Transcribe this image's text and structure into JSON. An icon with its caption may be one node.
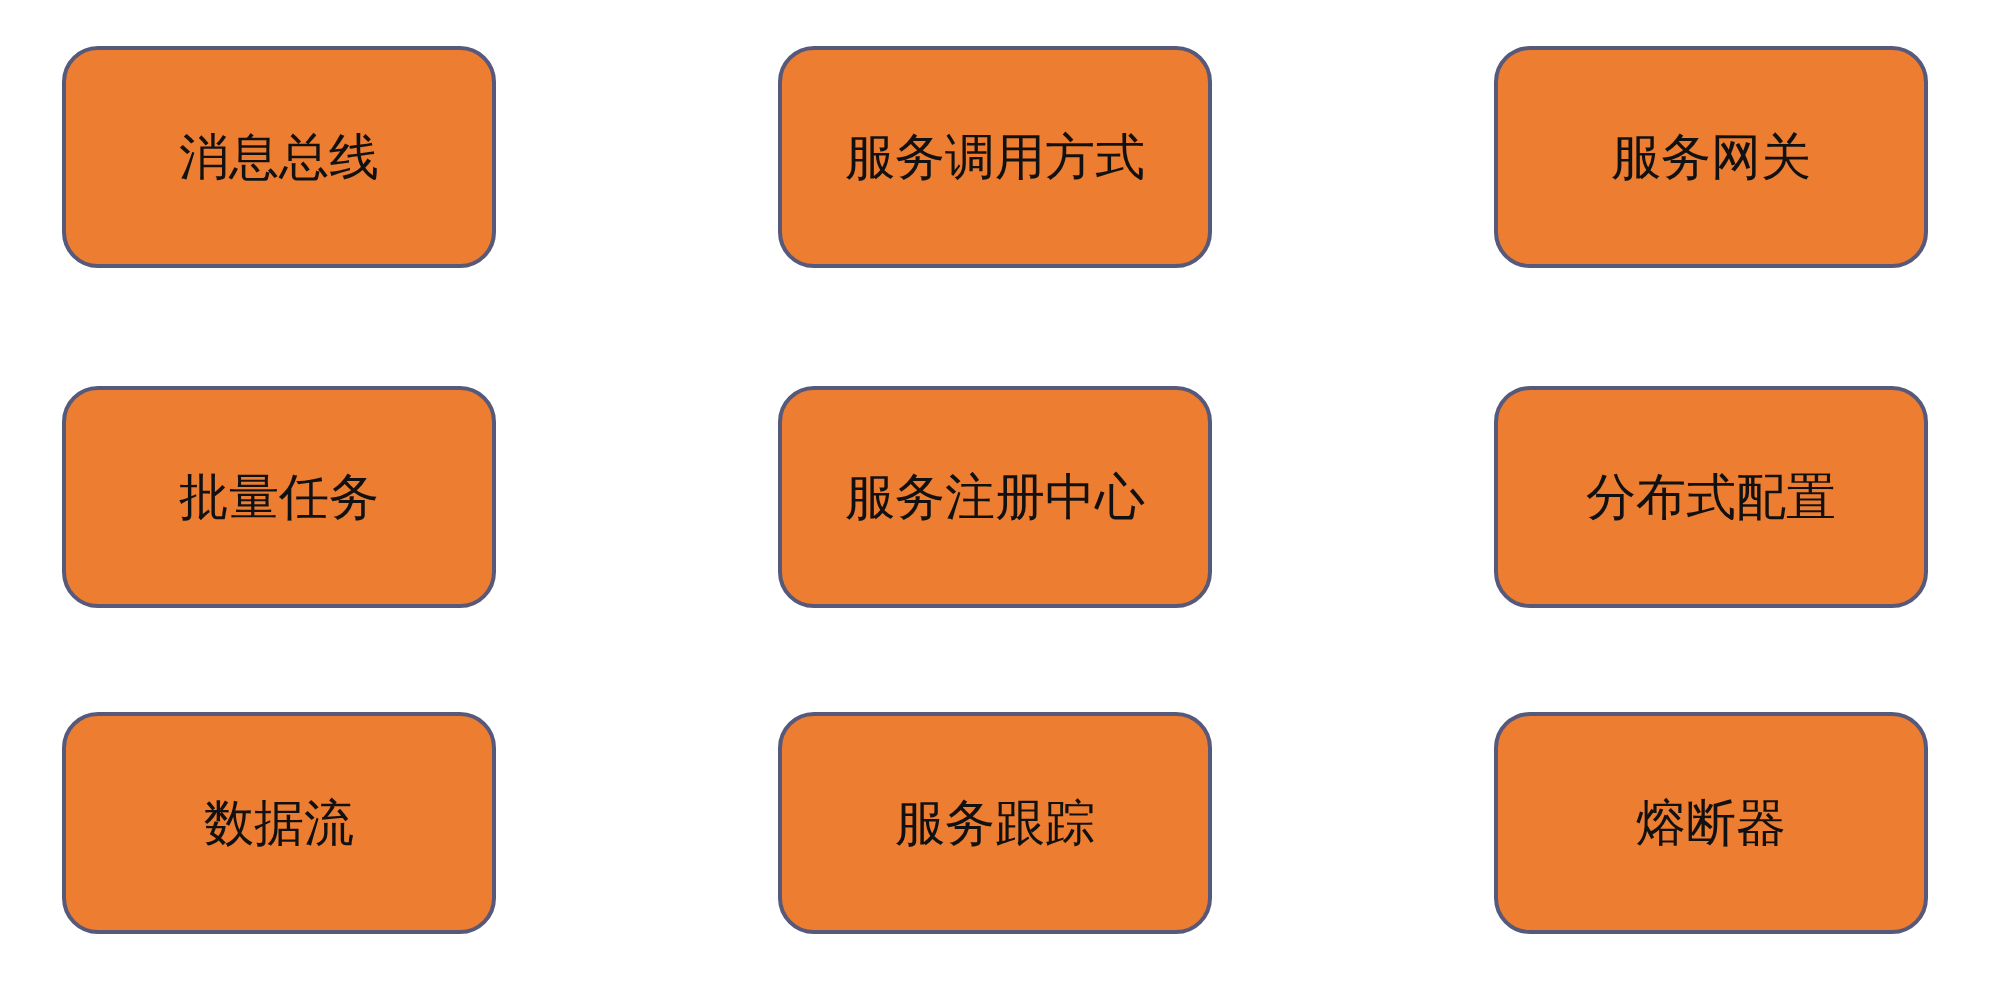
{
  "diagram": {
    "nodes": [
      {
        "text": [
          "消息总线"
        ]
      },
      {
        "text": [
          "服务调用方式"
        ]
      },
      {
        "text": [
          "服务网关"
        ]
      },
      {
        "text": [
          "批量任务"
        ]
      },
      {
        "text": [
          "服务注册中心"
        ]
      },
      {
        "text": [
          "分布式配置"
        ]
      },
      {
        "text": [
          "数据流"
        ]
      },
      {
        "text": [
          "服务跟踪"
        ]
      },
      {
        "text": [
          "熔断器"
        ]
      }
    ]
  }
}
